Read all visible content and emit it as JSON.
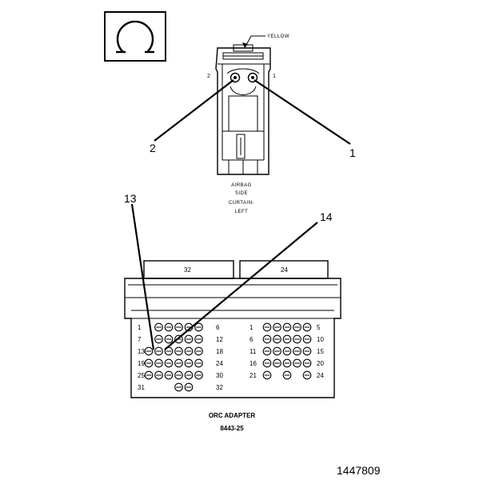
{
  "symbol": {
    "name": "ohm-symbol",
    "glyph": "Ω"
  },
  "connector": {
    "wire_color_label": "YELLOW",
    "pin_left": "2",
    "pin_right": "1",
    "callout_left": "2",
    "callout_right": "1",
    "caption_lines": [
      "AIRBAG",
      "SIDE",
      "CURTAIN-",
      "LEFT"
    ]
  },
  "adapter": {
    "callout_a": "13",
    "callout_b": "14",
    "left_block_label": "32",
    "right_block_label": "24",
    "left_rows": [
      {
        "start": "1",
        "end": "6",
        "holes": 5
      },
      {
        "start": "7",
        "end": "12",
        "holes": 5
      },
      {
        "start": "13",
        "end": "18",
        "holes": 6
      },
      {
        "start": "19",
        "end": "24",
        "holes": 6
      },
      {
        "start": "25",
        "end": "30",
        "holes": 6
      },
      {
        "start": "31",
        "end": "32",
        "holes": 2
      }
    ],
    "right_rows": [
      {
        "start": "1",
        "end": "5",
        "holes": 5
      },
      {
        "start": "6",
        "end": "10",
        "holes": 5
      },
      {
        "start": "11",
        "end": "15",
        "holes": 5
      },
      {
        "start": "16",
        "end": "20",
        "holes": 5
      },
      {
        "start": "21",
        "end": "24",
        "holes": 3
      }
    ],
    "caption_line1": "ORC ADAPTER",
    "caption_line2": "8443-25"
  },
  "figure_id": "1447809"
}
